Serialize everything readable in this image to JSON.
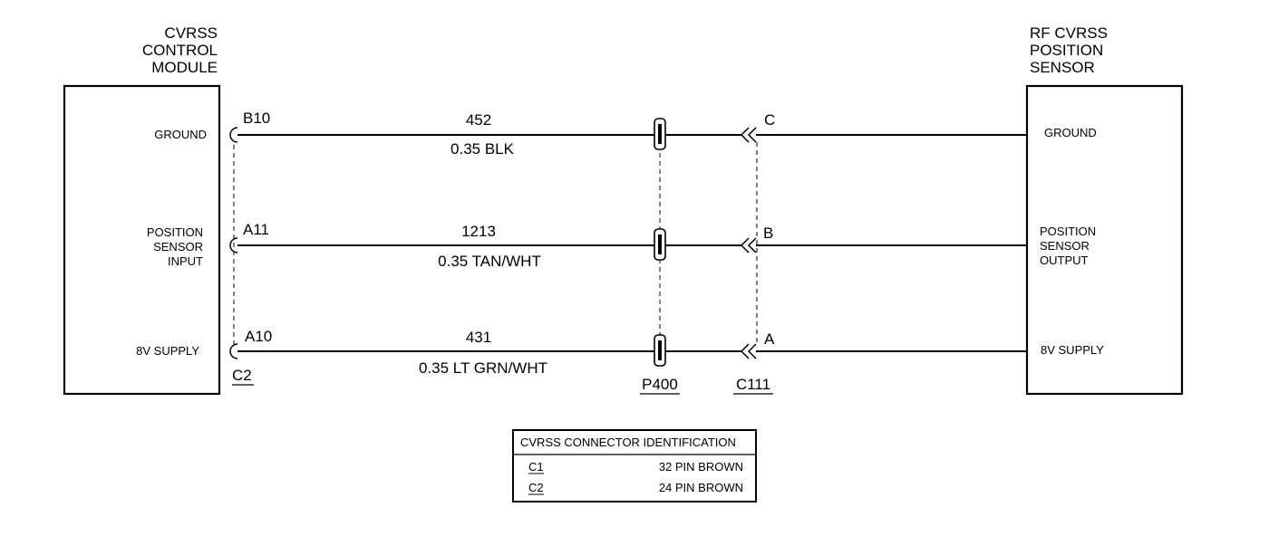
{
  "left_module": {
    "title_lines": [
      "CVRSS",
      "CONTROL",
      "MODULE"
    ],
    "circuits": [
      {
        "label_lines": [
          "GROUND"
        ]
      },
      {
        "label_lines": [
          "POSITION",
          "SENSOR",
          "INPUT"
        ]
      },
      {
        "label_lines": [
          "8V SUPPLY"
        ]
      }
    ],
    "connector": "C2"
  },
  "right_module": {
    "title_lines": [
      "RF CVRSS",
      "POSITION",
      "SENSOR"
    ],
    "circuits": [
      {
        "label_lines": [
          "GROUND"
        ]
      },
      {
        "label_lines": [
          "POSITION",
          "SENSOR",
          "OUTPUT"
        ]
      },
      {
        "label_lines": [
          "8V SUPPLY"
        ]
      }
    ]
  },
  "wires": [
    {
      "pin_left": "B10",
      "circuit": "452",
      "wire_desc": "0.35 BLK",
      "pin_right": "C"
    },
    {
      "pin_left": "A11",
      "circuit": "1213",
      "wire_desc": "0.35 TAN/WHT",
      "pin_right": "B"
    },
    {
      "pin_left": "A10",
      "circuit": "431",
      "wire_desc": "0.35 LT GRN/WHT",
      "pin_right": "A"
    }
  ],
  "inline_connectors": {
    "splice_pack": "P400",
    "connector": "C111"
  },
  "id_table": {
    "header": "CVRSS CONNECTOR IDENTIFICATION",
    "rows": [
      {
        "connector": "C1",
        "description": "32 PIN BROWN"
      },
      {
        "connector": "C2",
        "description": "24 PIN BROWN"
      }
    ]
  }
}
